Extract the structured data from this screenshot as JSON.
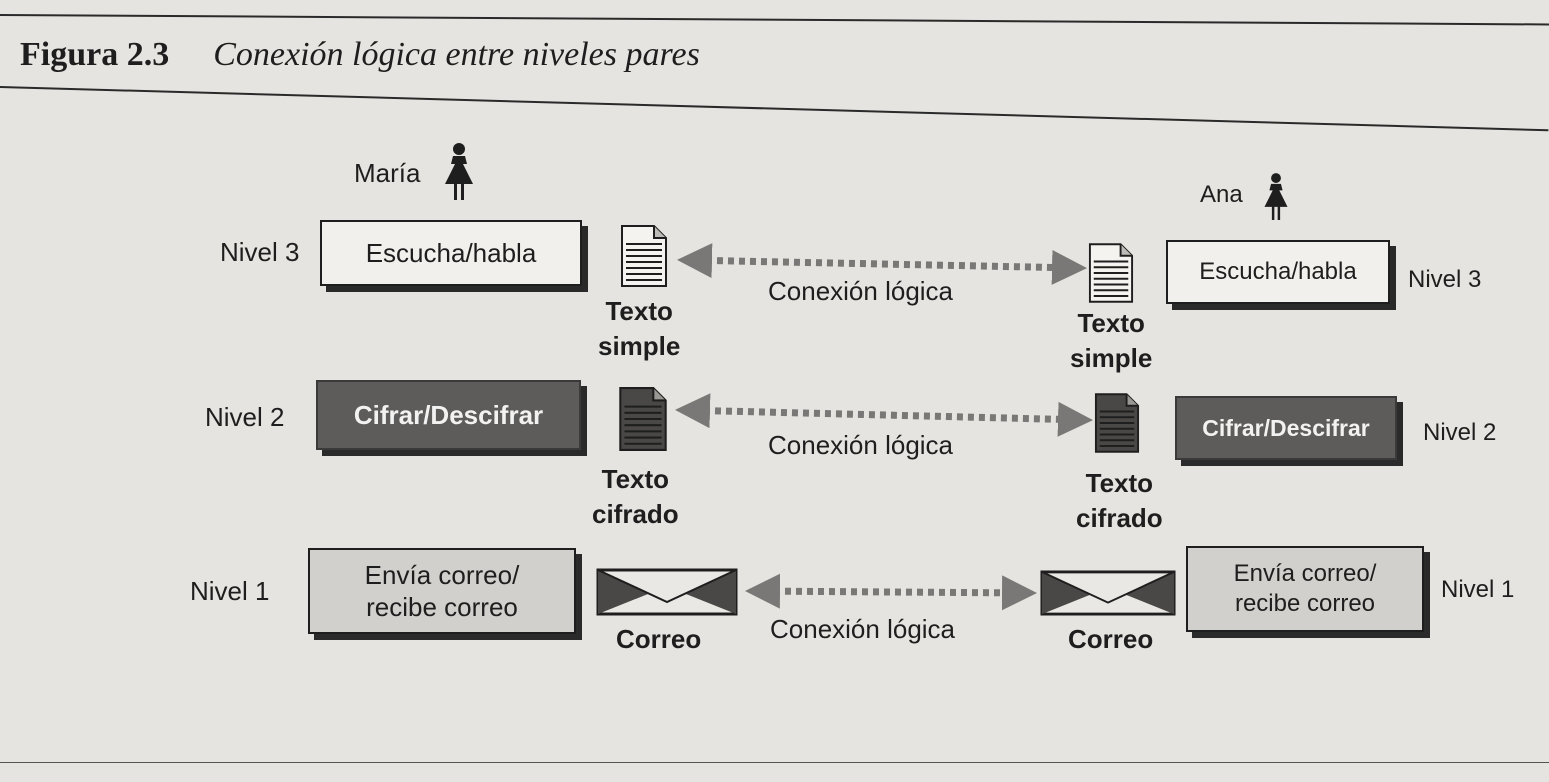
{
  "figure": {
    "number": "Figura 2.3",
    "title": "Conexión lógica entre niveles pares"
  },
  "left": {
    "user": "María",
    "levels": [
      {
        "level_label": "Nivel 3",
        "box_text": "Escucha/habla",
        "object_label": "Texto\nsimple"
      },
      {
        "level_label": "Nivel 2",
        "box_text": "Cifrar/Descifrar",
        "object_label": "Texto\ncifrado"
      },
      {
        "level_label": "Nivel 1",
        "box_text": "Envía correo/\nrecibe correo",
        "object_label": "Correo"
      }
    ]
  },
  "right": {
    "user": "Ana",
    "levels": [
      {
        "level_label": "Nivel 3",
        "box_text": "Escucha/habla",
        "object_label": "Texto\nsimple"
      },
      {
        "level_label": "Nivel 2",
        "box_text": "Cifrar/Descifrar",
        "object_label": "Texto\ncifrado"
      },
      {
        "level_label": "Nivel 1",
        "box_text": "Envía correo/\nrecibe correo",
        "object_label": "Correo"
      }
    ]
  },
  "connections": [
    "Conexión lógica",
    "Conexión lógica",
    "Conexión lógica"
  ],
  "icons": {
    "user": "person-icon",
    "plain_text": "document-icon",
    "cipher_text": "encrypted-document-icon",
    "mail": "envelope-icon"
  },
  "colors": {
    "ink": "#1e1e1e",
    "paper": "#e6e4e0",
    "dark_box": "#5e5c5a",
    "light_box": "#f1f0ec",
    "gray_box": "#d2d0cc",
    "arrow": "#7a7876"
  }
}
